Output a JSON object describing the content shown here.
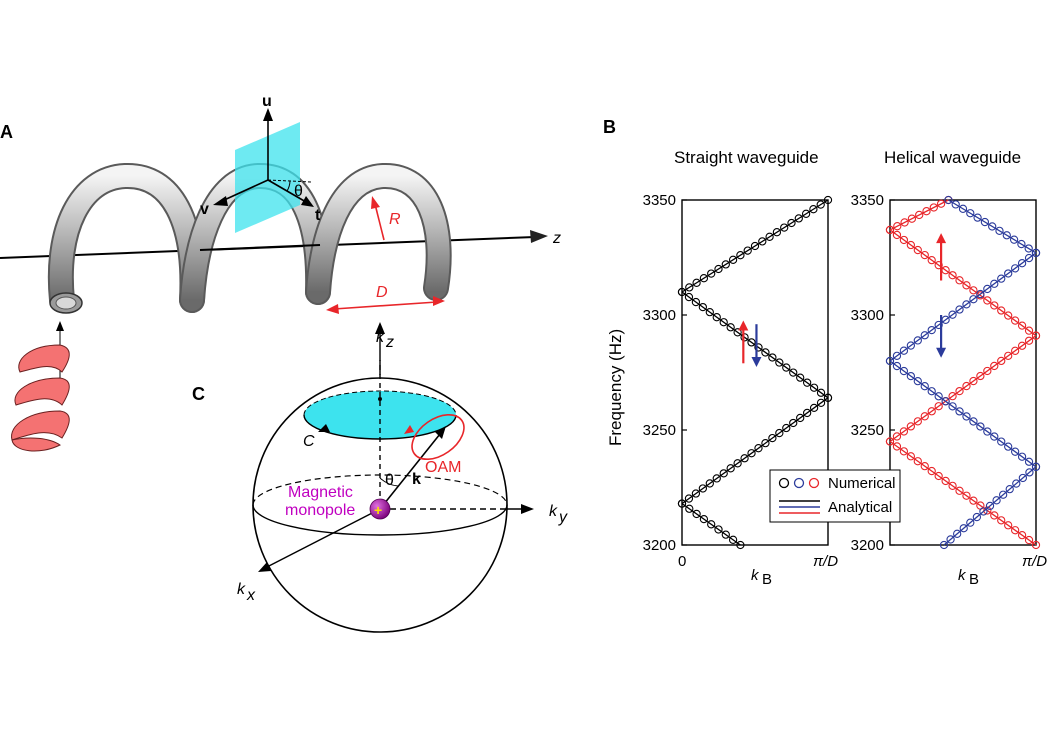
{
  "panels": {
    "a": {
      "letter": "A",
      "axis_u": "u",
      "axis_v": "v",
      "axis_t": "t",
      "theta": "θ",
      "radius": "R",
      "pitch": "D",
      "axis_z": "z"
    },
    "b": {
      "letter": "B",
      "ylabel": "Frequency (Hz)",
      "legend_numerical": "Numerical",
      "legend_analytical": "Analytical"
    },
    "c": {
      "letter": "C",
      "kz": "k",
      "kz_sub": "z",
      "ky": "k",
      "ky_sub": "y",
      "kx": "k",
      "kx_sub": "x",
      "k": "k",
      "theta": "θ",
      "loop": "C",
      "oam": "OAM",
      "monopole_line1": "Magnetic",
      "monopole_line2": "monopole"
    }
  },
  "colors": {
    "black": "#000000",
    "blue": "#2b3b9b",
    "red": "#e8262a",
    "cyan": "#3de3ee",
    "magenta": "#c000c0"
  },
  "chart_data": [
    {
      "type": "line",
      "title": "Straight waveguide",
      "xlabel": "k",
      "xlabel_sub": "B",
      "ylabel": "Frequency (Hz)",
      "xlim": [
        0,
        1
      ],
      "ylim": [
        3200,
        3350
      ],
      "x_tick_labels": [
        "0",
        "π/D"
      ],
      "y_ticks": [
        3200,
        3250,
        3300,
        3350
      ],
      "series": [
        {
          "color": "black",
          "x": [
            0,
            1
          ],
          "y": [
            3310,
            3350
          ]
        },
        {
          "color": "black",
          "x": [
            0,
            1
          ],
          "y": [
            3310,
            3264
          ]
        },
        {
          "color": "black",
          "x": [
            0,
            1
          ],
          "y": [
            3218,
            3264
          ]
        },
        {
          "color": "black",
          "x": [
            0,
            0.4
          ],
          "y": [
            3218,
            3200
          ]
        }
      ],
      "arrows": [
        {
          "color": "red",
          "x": 0.42,
          "direction": "up",
          "y_from": 3279,
          "y_to": 3295
        },
        {
          "color": "blue",
          "x": 0.51,
          "direction": "down",
          "y_from": 3296,
          "y_to": 3280
        }
      ]
    },
    {
      "type": "line",
      "title": "Helical waveguide",
      "xlabel": "k",
      "xlabel_sub": "B",
      "xlim": [
        0,
        1
      ],
      "ylim": [
        3200,
        3350
      ],
      "x_tick_labels": [
        "0",
        "π/D"
      ],
      "y_ticks": [
        3200,
        3250,
        3300,
        3350
      ],
      "series": [
        {
          "color": "red",
          "x": [
            0,
            0.4
          ],
          "y": [
            3337,
            3350
          ]
        },
        {
          "color": "red",
          "x": [
            0,
            1
          ],
          "y": [
            3337,
            3291
          ]
        },
        {
          "color": "red",
          "x": [
            0,
            1
          ],
          "y": [
            3245,
            3291
          ]
        },
        {
          "color": "red",
          "x": [
            0,
            1
          ],
          "y": [
            3245,
            3200
          ]
        },
        {
          "color": "blue",
          "x": [
            0.4,
            1
          ],
          "y": [
            3350,
            3327
          ]
        },
        {
          "color": "blue",
          "x": [
            0,
            1
          ],
          "y": [
            3280,
            3327
          ]
        },
        {
          "color": "blue",
          "x": [
            0,
            1
          ],
          "y": [
            3280,
            3234
          ]
        },
        {
          "color": "blue",
          "x": [
            0.37,
            1
          ],
          "y": [
            3200,
            3234
          ]
        }
      ],
      "arrows": [
        {
          "color": "red",
          "x": 0.35,
          "direction": "up",
          "y_from": 3315,
          "y_to": 3333
        },
        {
          "color": "blue",
          "x": 0.35,
          "direction": "down",
          "y_from": 3300,
          "y_to": 3284
        }
      ]
    }
  ]
}
